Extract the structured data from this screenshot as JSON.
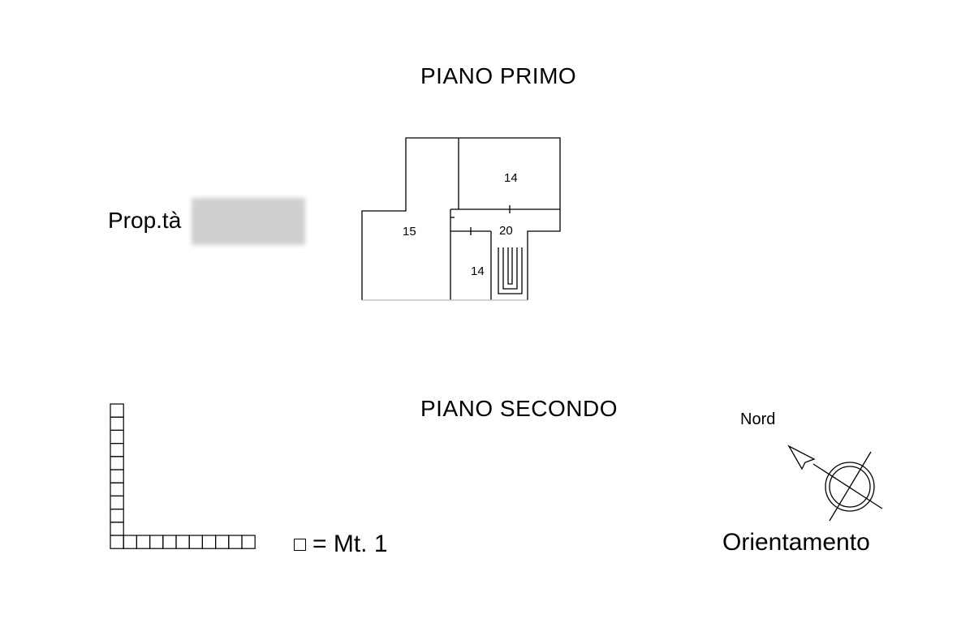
{
  "titles": {
    "first_floor": "PIANO PRIMO",
    "second_floor": "PIANO SECONDO"
  },
  "owner": {
    "label": "Prop.tà"
  },
  "rooms": [
    {
      "id": "room-15",
      "label": "15"
    },
    {
      "id": "room-14-top",
      "label": "14"
    },
    {
      "id": "room-20",
      "label": "20"
    },
    {
      "id": "room-14-bottom",
      "label": "14"
    }
  ],
  "scale": {
    "legend_text": "= Mt. 1",
    "vertical_units": 10,
    "horizontal_units": 11
  },
  "compass": {
    "north_label": "Nord",
    "orientation_label": "Orientamento"
  }
}
